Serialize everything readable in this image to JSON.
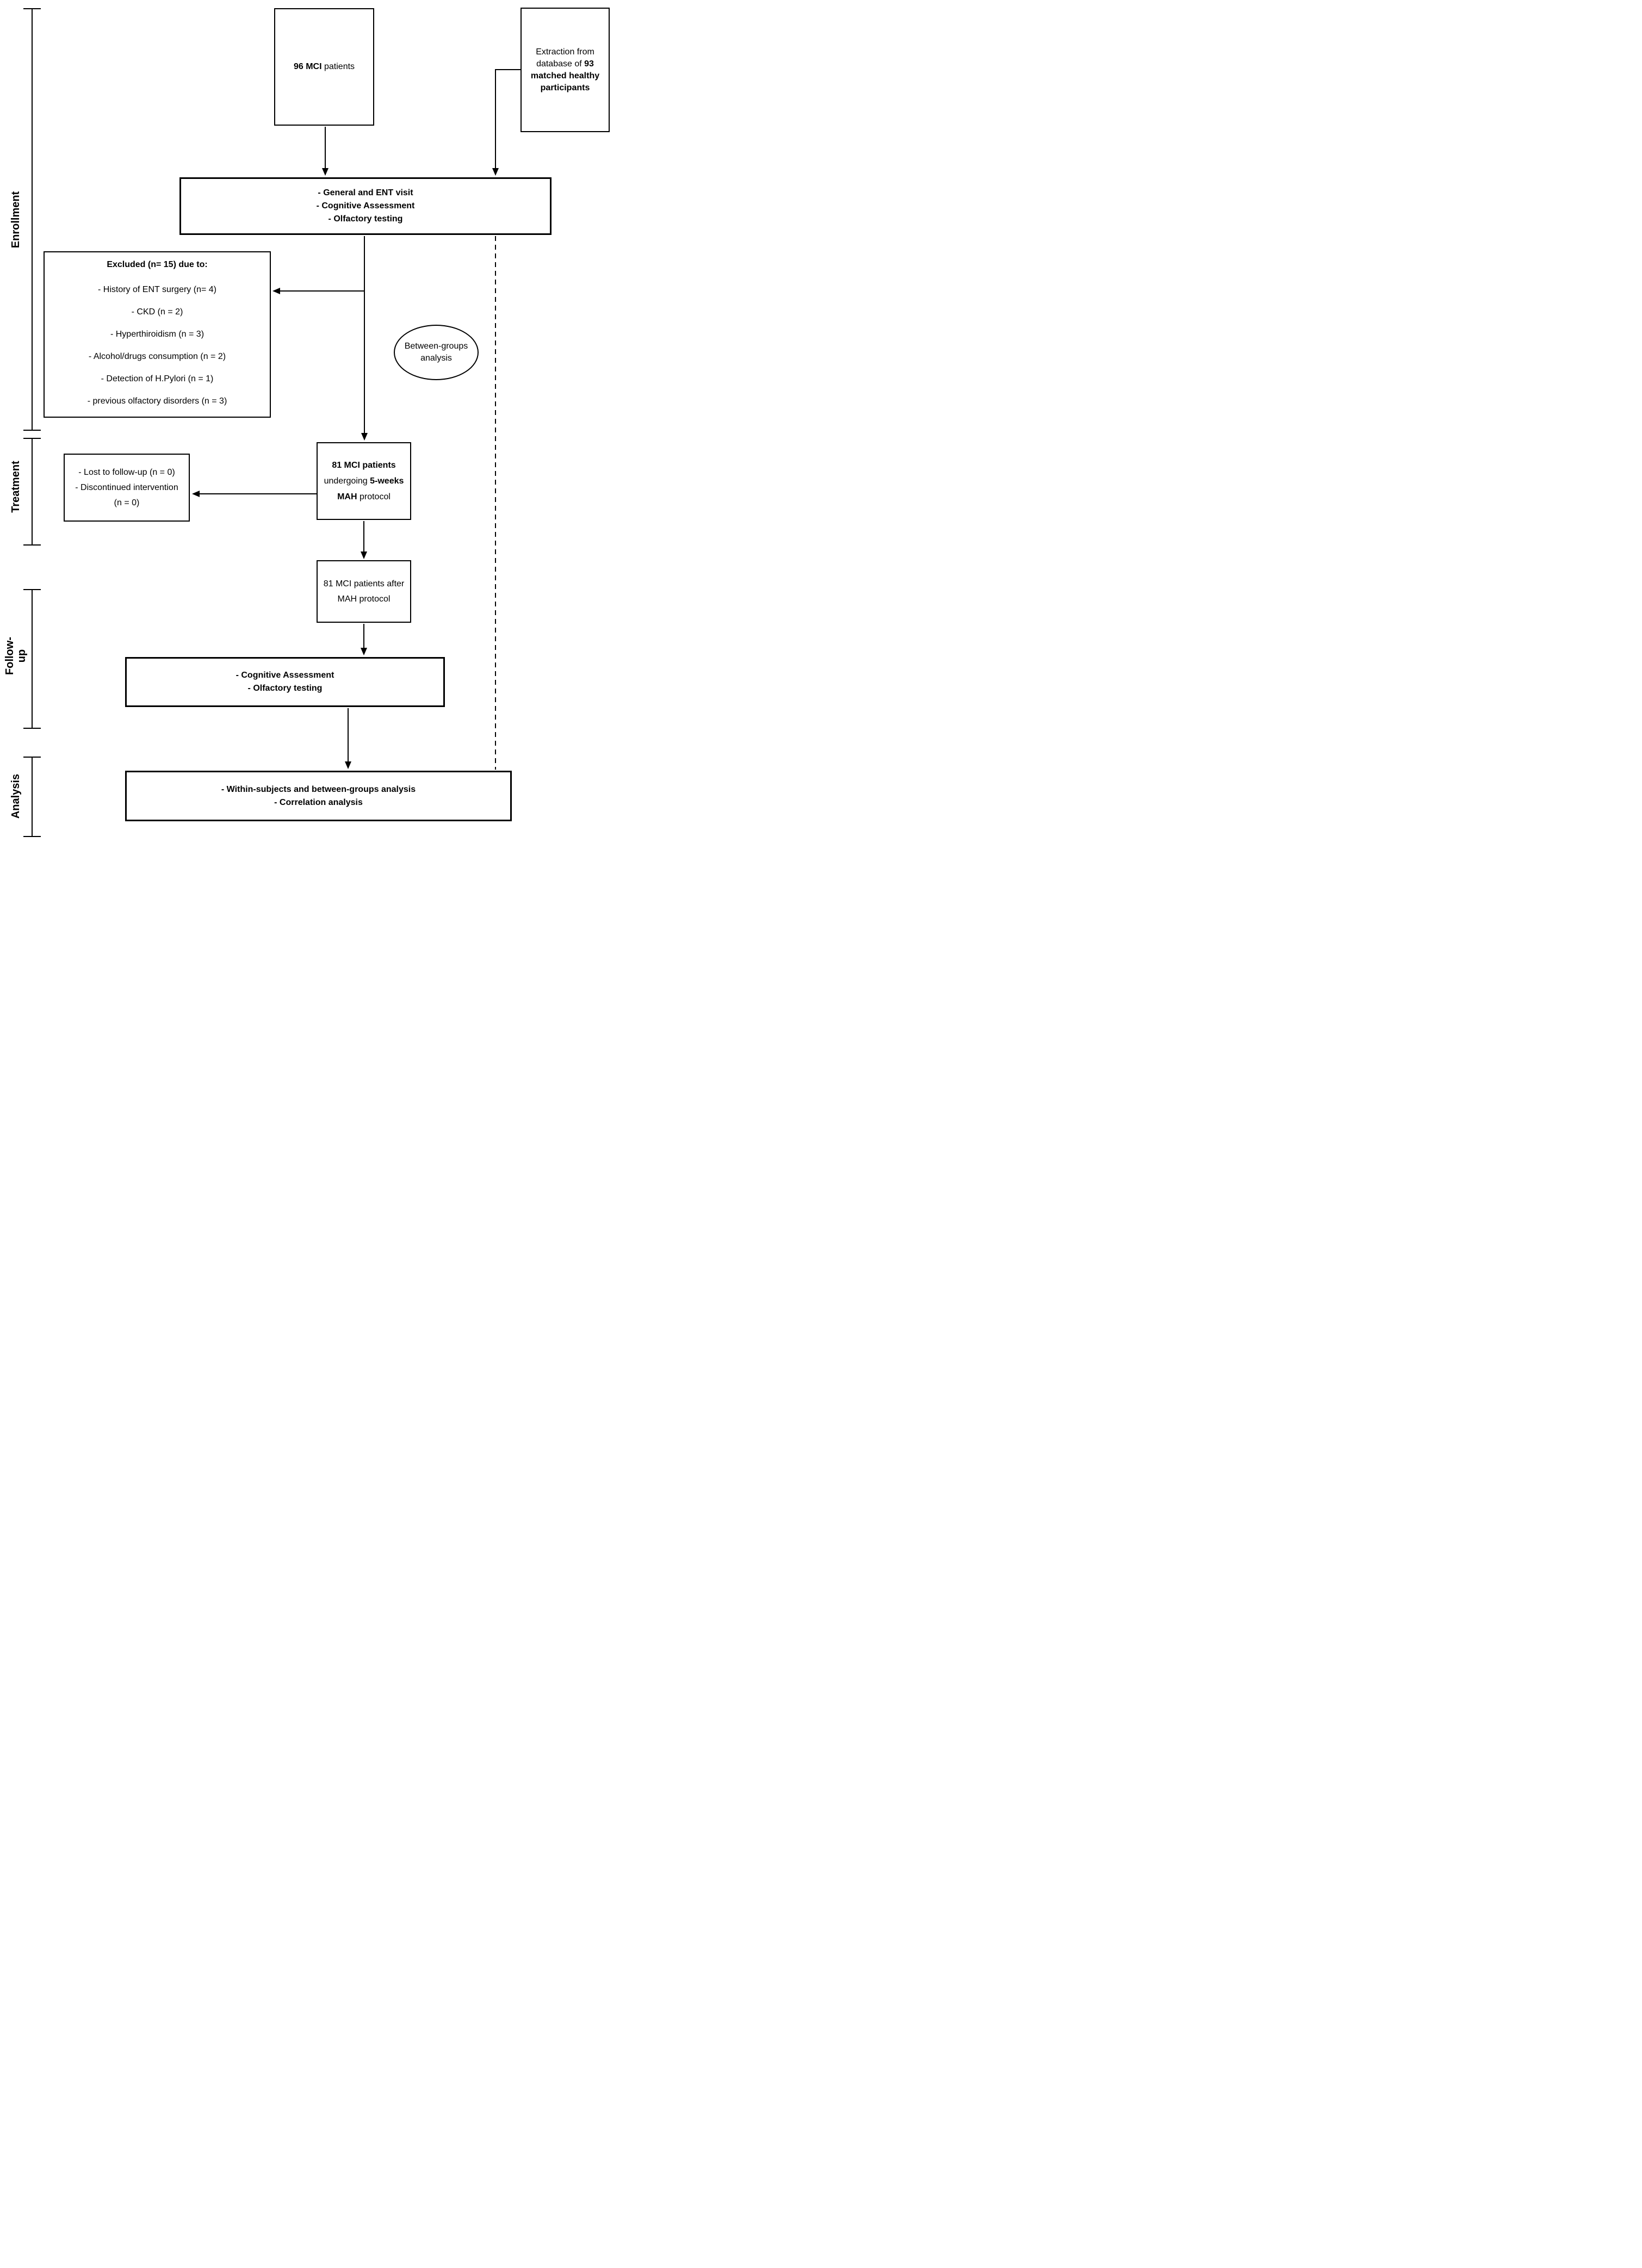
{
  "colors": {
    "ink": "#000000",
    "paper": "#ffffff"
  },
  "side_labels": {
    "enrollment": "Enrollment",
    "treatment": "Treatment",
    "followup_line1": "Follow-",
    "followup_line2": "up",
    "analysis": "Analysis"
  },
  "boxes": {
    "mci_patients": {
      "count_bold": "96 MCI",
      "rest": " patients"
    },
    "extraction": {
      "lead": "Extraction from database of ",
      "bold": "93 matched healthy participants"
    },
    "enrollment_visit": {
      "lines": [
        "- General and ENT visit",
        "- Cognitive Assessment",
        "- Olfactory testing"
      ]
    },
    "excluded": {
      "title": "Excluded (n= 15) due to:",
      "items": [
        "- History of ENT surgery (n= 4)",
        "- CKD (n = 2)",
        "- Hyperthiroidism (n = 3)",
        "- Alcohol/drugs consumption (n = 2)",
        "- Detection of H.Pylori (n = 1)",
        "- previous olfactory disorders (n = 3)"
      ]
    },
    "between_groups": {
      "line1": "Between-groups",
      "line2": "analysis"
    },
    "mah_protocol": {
      "line1_bold": "81 MCI patients",
      "line2_text": "undergoing ",
      "line2_bold": "5-weeks",
      "line3_bold": "MAH",
      "line3_text": " protocol"
    },
    "lost_followup": {
      "lines": [
        "- Lost to follow-up (n = 0)",
        "- Discontinued intervention",
        "(n = 0)"
      ]
    },
    "after_mah": {
      "lines": [
        "81 MCI patients after",
        "MAH protocol"
      ]
    },
    "followup_tests": {
      "lines": [
        "- Cognitive Assessment",
        "- Olfactory testing"
      ]
    },
    "analysis_methods": {
      "lines": [
        "- Within-subjects and between-groups analysis",
        "- Correlation analysis"
      ]
    }
  }
}
